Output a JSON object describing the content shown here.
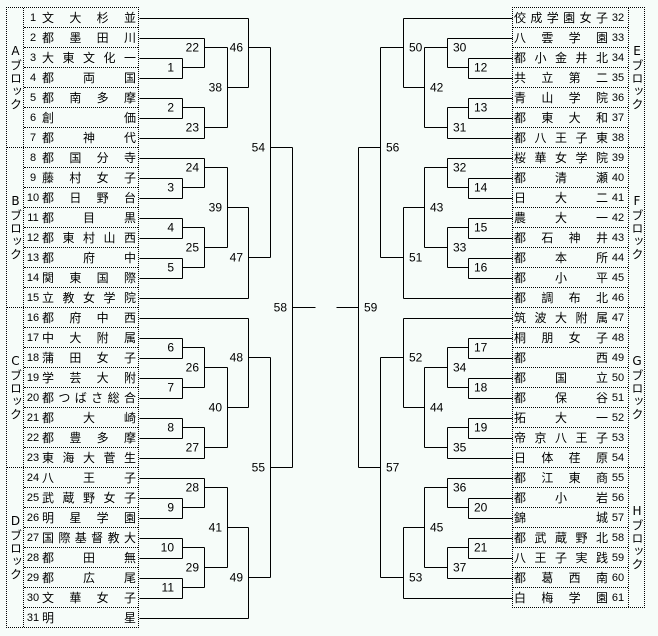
{
  "left_blocks": [
    {
      "label": "Aブロック",
      "teams": [
        {
          "no": 1,
          "name": "文大杉並"
        },
        {
          "no": 2,
          "name": "都墨田川"
        },
        {
          "no": 3,
          "name": "大東文化一"
        },
        {
          "no": 4,
          "name": "都両国"
        },
        {
          "no": 5,
          "name": "都南多摩"
        },
        {
          "no": 6,
          "name": "創価"
        },
        {
          "no": 7,
          "name": "都神代"
        }
      ]
    },
    {
      "label": "Bブロック",
      "teams": [
        {
          "no": 8,
          "name": "都国分寺"
        },
        {
          "no": 9,
          "name": "藤村女子"
        },
        {
          "no": 10,
          "name": "都日野台"
        },
        {
          "no": 11,
          "name": "都目黒"
        },
        {
          "no": 12,
          "name": "都東村山西"
        },
        {
          "no": 13,
          "name": "都府中"
        },
        {
          "no": 14,
          "name": "関東国際"
        },
        {
          "no": 15,
          "name": "立教女学院"
        }
      ]
    },
    {
      "label": "Cブロック",
      "teams": [
        {
          "no": 16,
          "name": "都府中西"
        },
        {
          "no": 17,
          "name": "中大附属"
        },
        {
          "no": 18,
          "name": "蒲田女子"
        },
        {
          "no": 19,
          "name": "学芸大附"
        },
        {
          "no": 20,
          "name": "都つばさ総合"
        },
        {
          "no": 21,
          "name": "都大崎"
        },
        {
          "no": 22,
          "name": "都豊多摩"
        },
        {
          "no": 23,
          "name": "東海大菅生"
        }
      ]
    },
    {
      "label": "Dブロック",
      "teams": [
        {
          "no": 24,
          "name": "八王子"
        },
        {
          "no": 25,
          "name": "武蔵野女子"
        },
        {
          "no": 26,
          "name": "明星学園"
        },
        {
          "no": 27,
          "name": "国際基督教大"
        },
        {
          "no": 28,
          "name": "都田無"
        },
        {
          "no": 29,
          "name": "都広尾"
        },
        {
          "no": 30,
          "name": "文華女子"
        },
        {
          "no": 31,
          "name": "明星"
        }
      ]
    }
  ],
  "right_blocks": [
    {
      "label": "Eブロック",
      "teams": [
        {
          "no": 32,
          "name": "佼成学園女子"
        },
        {
          "no": 33,
          "name": "八雲学園"
        },
        {
          "no": 34,
          "name": "都小金井北"
        },
        {
          "no": 35,
          "name": "共立第二"
        },
        {
          "no": 36,
          "name": "青山学院"
        },
        {
          "no": 37,
          "name": "都東大和"
        },
        {
          "no": 38,
          "name": "都八王子東"
        }
      ]
    },
    {
      "label": "Fブロック",
      "teams": [
        {
          "no": 39,
          "name": "桜華女学院"
        },
        {
          "no": 40,
          "name": "都清瀬"
        },
        {
          "no": 41,
          "name": "日大二"
        },
        {
          "no": 42,
          "name": "農大一"
        },
        {
          "no": 43,
          "name": "都石神井"
        },
        {
          "no": 44,
          "name": "都本所"
        },
        {
          "no": 45,
          "name": "都小平"
        },
        {
          "no": 46,
          "name": "都調布北"
        }
      ]
    },
    {
      "label": "Gブロック",
      "teams": [
        {
          "no": 47,
          "name": "筑波大附属"
        },
        {
          "no": 48,
          "name": "桐朋女子"
        },
        {
          "no": 49,
          "name": "都西"
        },
        {
          "no": 50,
          "name": "都国立"
        },
        {
          "no": 51,
          "name": "都保谷"
        },
        {
          "no": 52,
          "name": "拓大一"
        },
        {
          "no": 53,
          "name": "帝京八王子"
        },
        {
          "no": 54,
          "name": "日体荏原"
        }
      ]
    },
    {
      "label": "Hブロック",
      "teams": [
        {
          "no": 55,
          "name": "都江東商"
        },
        {
          "no": 56,
          "name": "都小岩"
        },
        {
          "no": 57,
          "name": "錦城"
        },
        {
          "no": 58,
          "name": "都武蔵野北"
        },
        {
          "no": 59,
          "name": "八王子実践"
        },
        {
          "no": 60,
          "name": "都葛西南"
        },
        {
          "no": 61,
          "name": "白梅学園"
        }
      ]
    }
  ],
  "matches": [
    {
      "no": 1,
      "side": "left",
      "round": 1,
      "inputs": [
        "T3",
        "T4"
      ]
    },
    {
      "no": 2,
      "side": "left",
      "round": 1,
      "inputs": [
        "T5",
        "T6"
      ]
    },
    {
      "no": 3,
      "side": "left",
      "round": 1,
      "inputs": [
        "T9",
        "T10"
      ]
    },
    {
      "no": 4,
      "side": "left",
      "round": 1,
      "inputs": [
        "T11",
        "T12"
      ]
    },
    {
      "no": 5,
      "side": "left",
      "round": 1,
      "inputs": [
        "T13",
        "T14"
      ]
    },
    {
      "no": 6,
      "side": "left",
      "round": 1,
      "inputs": [
        "T17",
        "T18"
      ]
    },
    {
      "no": 7,
      "side": "left",
      "round": 1,
      "inputs": [
        "T19",
        "T20"
      ]
    },
    {
      "no": 8,
      "side": "left",
      "round": 1,
      "inputs": [
        "T21",
        "T22"
      ]
    },
    {
      "no": 9,
      "side": "left",
      "round": 1,
      "inputs": [
        "T25",
        "T26"
      ]
    },
    {
      "no": 10,
      "side": "left",
      "round": 1,
      "inputs": [
        "T27",
        "T28"
      ]
    },
    {
      "no": 11,
      "side": "left",
      "round": 1,
      "inputs": [
        "T29",
        "T30"
      ]
    },
    {
      "no": 12,
      "side": "right",
      "round": 1,
      "inputs": [
        "T34",
        "T35"
      ]
    },
    {
      "no": 13,
      "side": "right",
      "round": 1,
      "inputs": [
        "T36",
        "T37"
      ]
    },
    {
      "no": 14,
      "side": "right",
      "round": 1,
      "inputs": [
        "T40",
        "T41"
      ]
    },
    {
      "no": 15,
      "side": "right",
      "round": 1,
      "inputs": [
        "T42",
        "T43"
      ]
    },
    {
      "no": 16,
      "side": "right",
      "round": 1,
      "inputs": [
        "T44",
        "T45"
      ]
    },
    {
      "no": 17,
      "side": "right",
      "round": 1,
      "inputs": [
        "T48",
        "T49"
      ]
    },
    {
      "no": 18,
      "side": "right",
      "round": 1,
      "inputs": [
        "T50",
        "T51"
      ]
    },
    {
      "no": 19,
      "side": "right",
      "round": 1,
      "inputs": [
        "T52",
        "T53"
      ]
    },
    {
      "no": 20,
      "side": "right",
      "round": 1,
      "inputs": [
        "T56",
        "T57"
      ]
    },
    {
      "no": 21,
      "side": "right",
      "round": 1,
      "inputs": [
        "T58",
        "T59"
      ]
    },
    {
      "no": 22,
      "side": "left",
      "round": 2,
      "inputs": [
        "T2",
        "M1"
      ]
    },
    {
      "no": 23,
      "side": "left",
      "round": 2,
      "inputs": [
        "M2",
        "T7"
      ]
    },
    {
      "no": 24,
      "side": "left",
      "round": 2,
      "inputs": [
        "T8",
        "M3"
      ]
    },
    {
      "no": 25,
      "side": "left",
      "round": 2,
      "inputs": [
        "M4",
        "M5"
      ]
    },
    {
      "no": 26,
      "side": "left",
      "round": 2,
      "inputs": [
        "M6",
        "M7"
      ]
    },
    {
      "no": 27,
      "side": "left",
      "round": 2,
      "inputs": [
        "M8",
        "T23"
      ]
    },
    {
      "no": 28,
      "side": "left",
      "round": 2,
      "inputs": [
        "T24",
        "M9"
      ]
    },
    {
      "no": 29,
      "side": "left",
      "round": 2,
      "inputs": [
        "M10",
        "M11"
      ]
    },
    {
      "no": 30,
      "side": "right",
      "round": 2,
      "inputs": [
        "T33",
        "M12"
      ]
    },
    {
      "no": 31,
      "side": "right",
      "round": 2,
      "inputs": [
        "M13",
        "T38"
      ]
    },
    {
      "no": 32,
      "side": "right",
      "round": 2,
      "inputs": [
        "T39",
        "M14"
      ]
    },
    {
      "no": 33,
      "side": "right",
      "round": 2,
      "inputs": [
        "M15",
        "M16"
      ]
    },
    {
      "no": 34,
      "side": "right",
      "round": 2,
      "inputs": [
        "M17",
        "M18"
      ]
    },
    {
      "no": 35,
      "side": "right",
      "round": 2,
      "inputs": [
        "M19",
        "T54"
      ]
    },
    {
      "no": 36,
      "side": "right",
      "round": 2,
      "inputs": [
        "T55",
        "M20"
      ]
    },
    {
      "no": 37,
      "side": "right",
      "round": 2,
      "inputs": [
        "M21",
        "T60"
      ]
    },
    {
      "no": 38,
      "side": "left",
      "round": 3,
      "inputs": [
        "M22",
        "M23"
      ]
    },
    {
      "no": 39,
      "side": "left",
      "round": 3,
      "inputs": [
        "M24",
        "M25"
      ]
    },
    {
      "no": 40,
      "side": "left",
      "round": 3,
      "inputs": [
        "M26",
        "M27"
      ]
    },
    {
      "no": 41,
      "side": "left",
      "round": 3,
      "inputs": [
        "M28",
        "M29"
      ]
    },
    {
      "no": 42,
      "side": "right",
      "round": 3,
      "inputs": [
        "M30",
        "M31"
      ]
    },
    {
      "no": 43,
      "side": "right",
      "round": 3,
      "inputs": [
        "M32",
        "M33"
      ]
    },
    {
      "no": 44,
      "side": "right",
      "round": 3,
      "inputs": [
        "M34",
        "M35"
      ]
    },
    {
      "no": 45,
      "side": "right",
      "round": 3,
      "inputs": [
        "M36",
        "M37"
      ]
    },
    {
      "no": 46,
      "side": "left",
      "round": 4,
      "inputs": [
        "T1",
        "M38"
      ]
    },
    {
      "no": 47,
      "side": "left",
      "round": 4,
      "inputs": [
        "M39",
        "T15"
      ]
    },
    {
      "no": 48,
      "side": "left",
      "round": 4,
      "inputs": [
        "T16",
        "M40"
      ]
    },
    {
      "no": 49,
      "side": "left",
      "round": 4,
      "inputs": [
        "M41",
        "T31"
      ]
    },
    {
      "no": 50,
      "side": "right",
      "round": 4,
      "inputs": [
        "T32",
        "M42"
      ]
    },
    {
      "no": 51,
      "side": "right",
      "round": 4,
      "inputs": [
        "M43",
        "T46"
      ]
    },
    {
      "no": 52,
      "side": "right",
      "round": 4,
      "inputs": [
        "T47",
        "M44"
      ]
    },
    {
      "no": 53,
      "side": "right",
      "round": 4,
      "inputs": [
        "M45",
        "T61"
      ]
    },
    {
      "no": 54,
      "side": "left",
      "round": 5,
      "inputs": [
        "M46",
        "M47"
      ]
    },
    {
      "no": 55,
      "side": "left",
      "round": 5,
      "inputs": [
        "M48",
        "M49"
      ]
    },
    {
      "no": 56,
      "side": "right",
      "round": 5,
      "inputs": [
        "M50",
        "M51"
      ]
    },
    {
      "no": 57,
      "side": "right",
      "round": 5,
      "inputs": [
        "M52",
        "M53"
      ]
    },
    {
      "no": 58,
      "side": "left",
      "round": 6,
      "inputs": [
        "M54",
        "M55"
      ]
    },
    {
      "no": 59,
      "side": "right",
      "round": 6,
      "inputs": [
        "M56",
        "M57"
      ]
    }
  ],
  "final": {
    "inputs": [
      "M58",
      "M59"
    ]
  }
}
